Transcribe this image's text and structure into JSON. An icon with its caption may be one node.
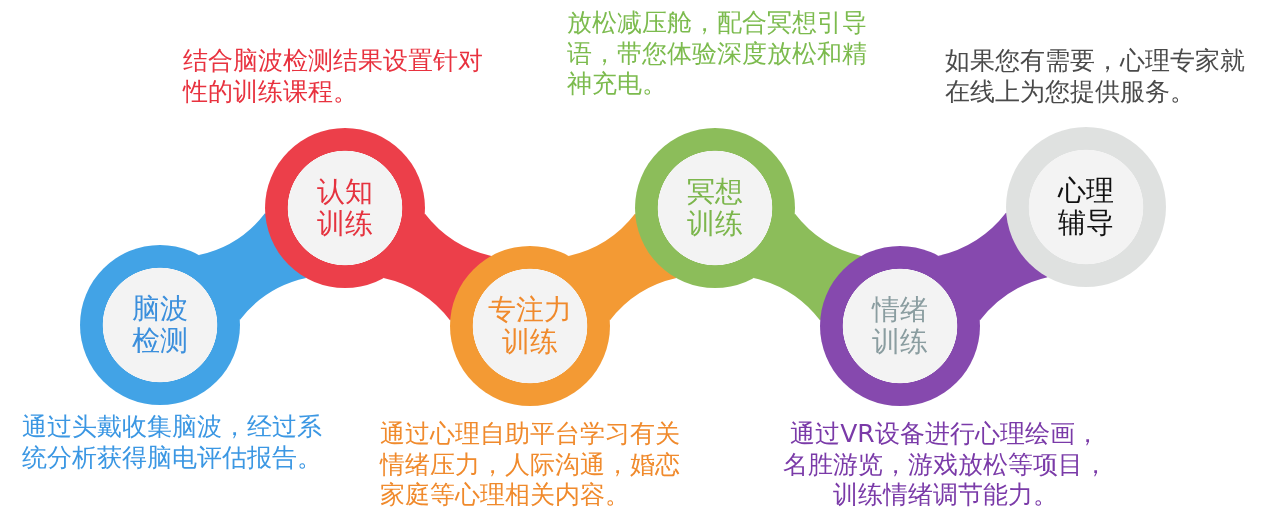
{
  "diagram": {
    "nodes": [
      {
        "text": [
          "脑波检测"
        ],
        "beside": [
          "通过头戴收集脑波，经过系统分析获得脑电评估报告。"
        ]
      },
      {
        "text": [
          "认知训练"
        ],
        "beside": [
          "结合脑波检测结果设置针对性的训练课程。"
        ]
      },
      {
        "text": [
          "专注力训练"
        ],
        "beside": [
          "通过心理自助平台学习有关情绪压力，人际沟通，婚恋家庭等心理相关内容。"
        ]
      },
      {
        "text": [
          "冥想训练"
        ],
        "beside": [
          "放松减压舱，配合冥想引导语，带您体验深度放松和精神充电。"
        ]
      },
      {
        "text": [
          "情绪训练"
        ],
        "beside": [
          "通过VR设备进行心理绘画，名胜游览，游戏放松等项目，训练情绪调节能力。"
        ]
      },
      {
        "text": [
          "心理辅导"
        ],
        "beside": [
          "如果您有需要，心理专家就在线上为您提供服务。"
        ]
      }
    ],
    "edges": [
      {
        "from": 0,
        "to": 1,
        "arrow": "none",
        "style": "thick",
        "color": "#42a3e6"
      },
      {
        "from": 1,
        "to": 2,
        "arrow": "none",
        "style": "thick",
        "color": "#ec3f4a"
      },
      {
        "from": 2,
        "to": 3,
        "arrow": "none",
        "style": "thick",
        "color": "#f39a34"
      },
      {
        "from": 3,
        "to": 4,
        "arrow": "none",
        "style": "thick",
        "color": "#8cbd5a"
      },
      {
        "from": 4,
        "to": 5,
        "arrow": "none",
        "style": "thick",
        "color": "#8649ae"
      }
    ]
  }
}
